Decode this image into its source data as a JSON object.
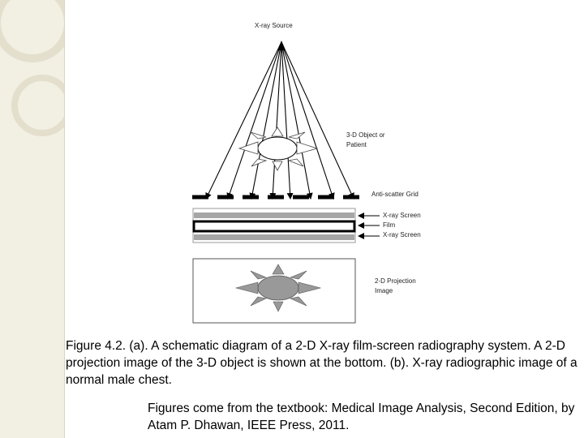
{
  "diagram": {
    "source_label": "X-ray Source",
    "object_label": "3-D Object or Patient",
    "grid_label": "Anti-scatter Grid",
    "layers": [
      "X-ray Screen",
      "Film",
      "X-ray Screen"
    ],
    "projection_label": "2-D Projection Image"
  },
  "caption": "Figure 4.2. (a). A schematic diagram of a 2-D X-ray film-screen radiography system. A 2-D projection image of the 3-D object is shown at the bottom. (b). X-ray radiographic image of a normal male chest.",
  "credit": "Figures come from the textbook: Medical Image Analysis, Second Edition, by Atam P. Dhawan, IEEE Press, 2011.",
  "colors": {
    "sidebar": "#f2efe3",
    "ring": "#e4dfcd",
    "ellipse_fill": "#999999",
    "screen_gray": "#a6a6a6"
  }
}
